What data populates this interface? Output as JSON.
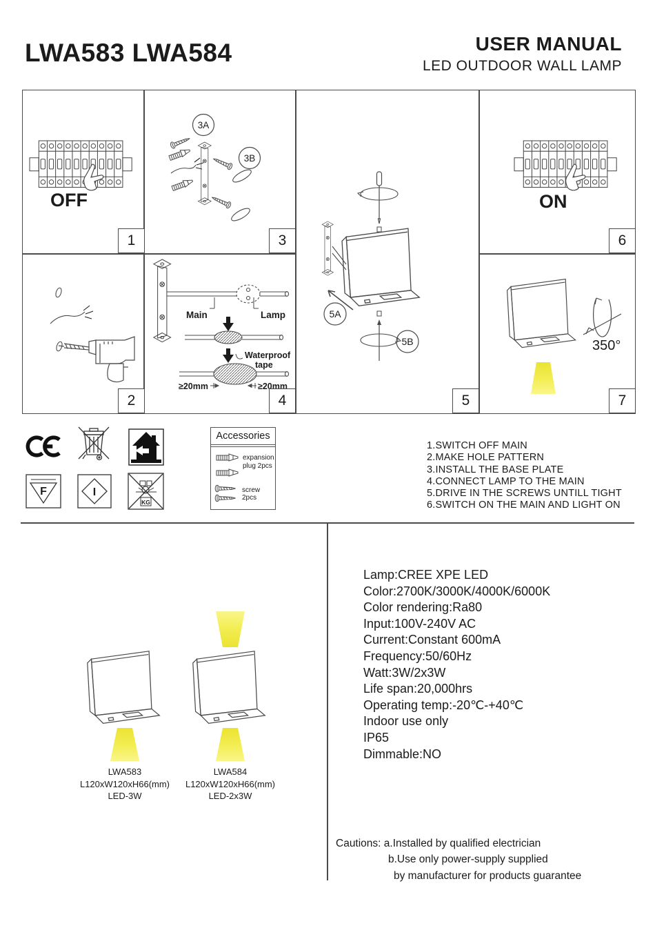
{
  "header": {
    "models": "LWA583 LWA584",
    "manual_title": "USER MANUAL",
    "manual_subtitle": "LED OUTDOOR WALL LAMP"
  },
  "steps": {
    "s1": {
      "num": "1",
      "switch_label": "OFF"
    },
    "s2": {
      "num": "2"
    },
    "s3": {
      "num": "3",
      "callout_a": "3A",
      "callout_b": "3B"
    },
    "s4": {
      "num": "4",
      "main_label": "Main",
      "lamp_label": "Lamp",
      "tape_label_1": "Waterproof",
      "tape_label_2": "tape",
      "dim_left": "≥20mm",
      "dim_right": "≥20mm"
    },
    "s5": {
      "num": "5",
      "callout_a": "5A",
      "callout_b": "5B"
    },
    "s6": {
      "num": "6",
      "switch_label": "ON"
    },
    "s7": {
      "num": "7",
      "rotation_label": "350°"
    }
  },
  "marks": {
    "ce": "CE",
    "f": "F",
    "i": "I",
    "kg": "KG"
  },
  "accessories": {
    "title": "Accessories",
    "item1": "expansion plug 2pcs",
    "item2": "screw 2pcs"
  },
  "instructions": [
    "1.SWITCH OFF MAIN",
    "2.MAKE HOLE PATTERN",
    "3.INSTALL THE BASE PLATE",
    "4.CONNECT LAMP TO THE MAIN",
    "5.DRIVE IN THE SCREWS UNTILL TIGHT",
    "6.SWITCH ON THE MAIN AND LIGHT ON"
  ],
  "products": [
    {
      "model": "LWA583",
      "size": "L120xW120xH66(mm)",
      "led": "LED-3W"
    },
    {
      "model": "LWA584",
      "size": "L120xW120xH66(mm)",
      "led": "LED-2x3W"
    }
  ],
  "specs": [
    "Lamp:CREE XPE LED",
    "Color:2700K/3000K/4000K/6000K",
    "Color rendering:Ra80",
    "Input:100V-240V AC",
    "Current:Constant 600mA",
    "Frequency:50/60Hz",
    "Watt:3W/2x3W",
    "Life span:20,000hrs",
    "Operating temp:-20℃-+40℃",
    "Indoor use only",
    "IP65",
    "Dimmable:NO"
  ],
  "cautions": [
    "Cautions: a.Installed by qualified electrician",
    "b.Use only power-supply supplied",
    "by manufacturer for products guarantee"
  ],
  "colors": {
    "ink": "#1b1b1b",
    "line": "#4a4a4a",
    "beam_yellow": "#ece432",
    "beam_yellow_light": "#f9f68a"
  }
}
